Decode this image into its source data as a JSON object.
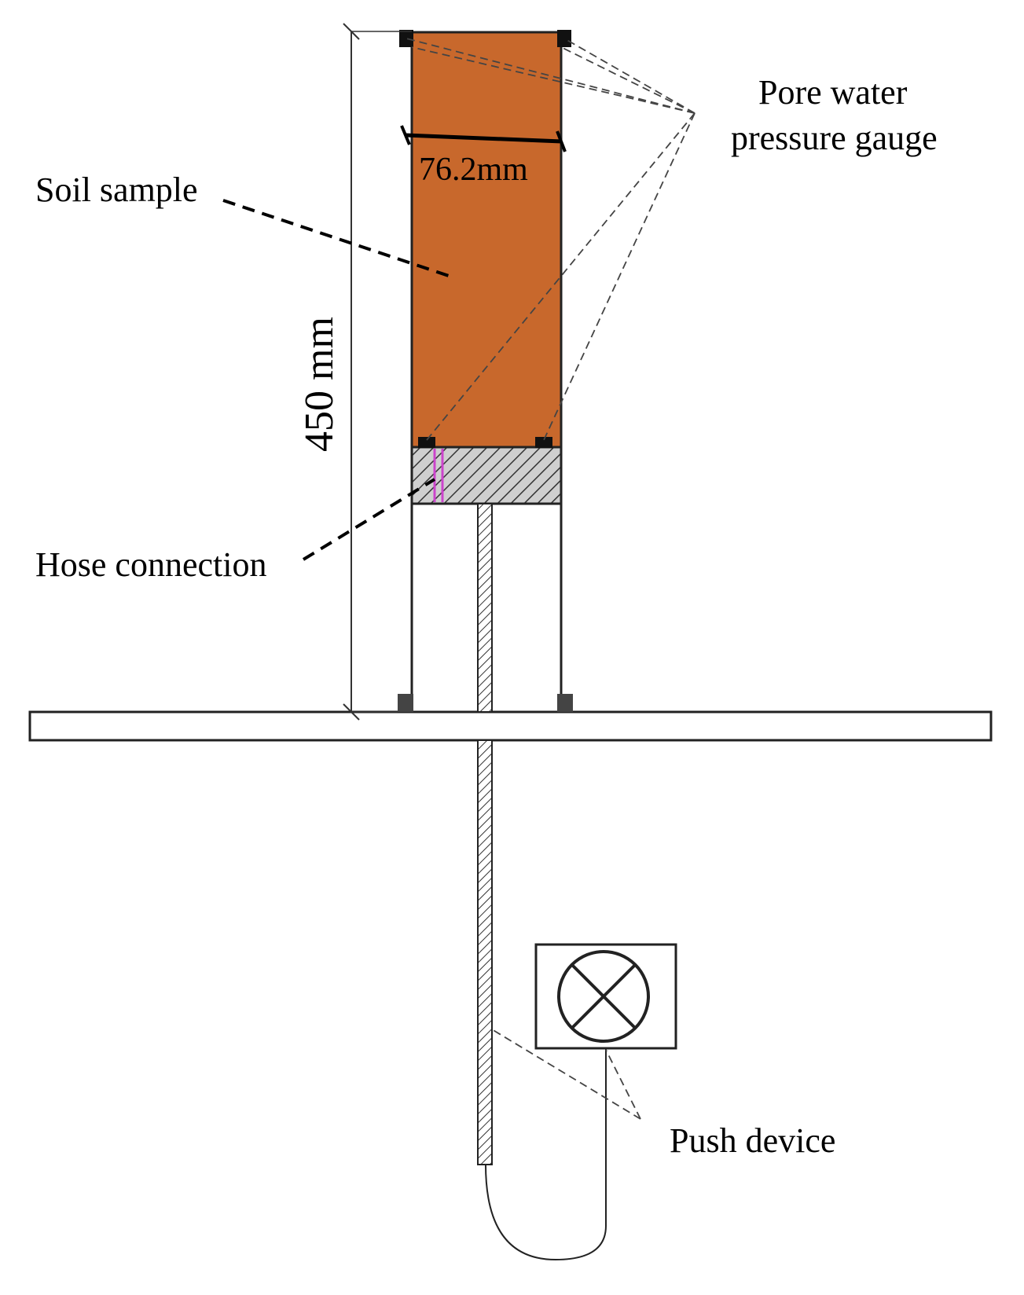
{
  "labels": {
    "pore_water_line1": "Pore water",
    "pore_water_line2": "pressure gauge",
    "width_dim": "76.2mm",
    "soil_sample": "Soil sample",
    "height_dim": "450 mm",
    "hose_connection": "Hose connection",
    "push_device": "Push device"
  },
  "colors": {
    "soil": "#C8682C",
    "connector": "#CC44CC",
    "hatch_fill": "#CFCFCF"
  }
}
